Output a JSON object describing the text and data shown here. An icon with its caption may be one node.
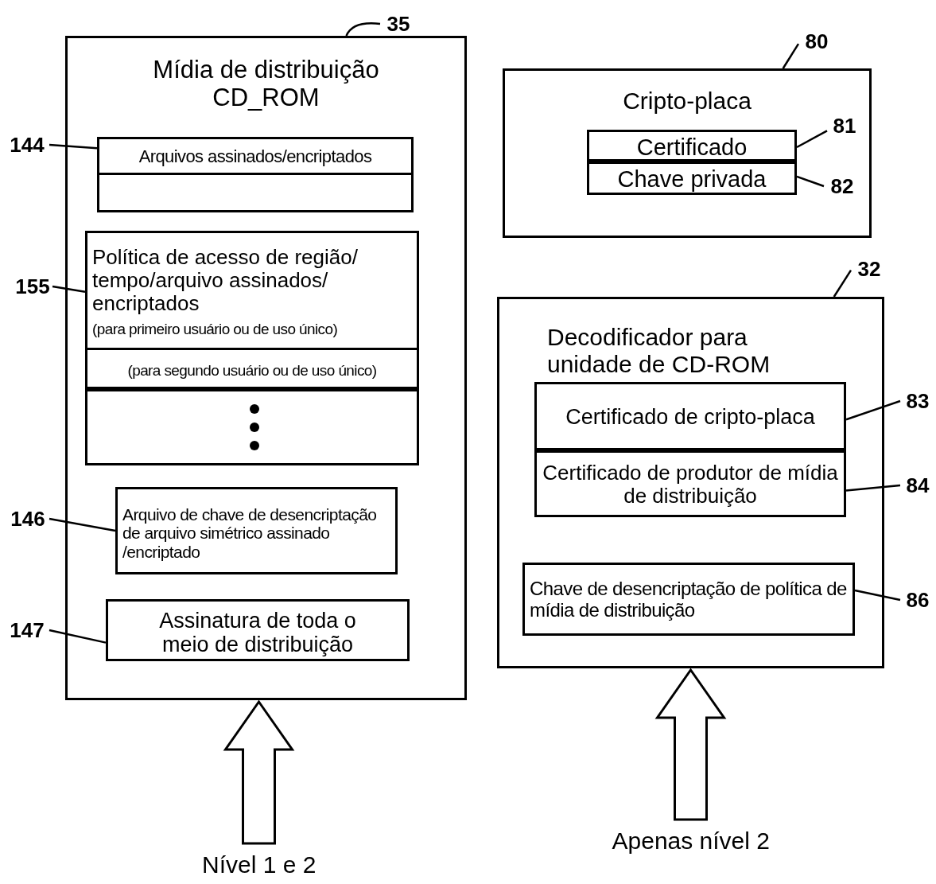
{
  "diagram": {
    "nodes": [
      {
        "text": [
          "Mídia de distribuição CD_ROM"
        ]
      },
      {
        "text": [
          "Arquivos assinados/encriptados"
        ],
        "in": 0
      },
      {
        "text": [],
        "shape": "box",
        "in": 1
      },
      {
        "text": [
          "Política de acesso de região/ tempo/arquivo assinados/ encriptados",
          "(para primeiro usuário ou de uso único)"
        ],
        "in": 0
      },
      {
        "text": [
          "(para segundo usuário ou de uso único)"
        ],
        "in": 3
      },
      {
        "text": [],
        "shape": "box",
        "in": 3
      },
      {
        "text": [
          "Arquivo de chave de desencriptação de arquivo simétrico assinado /encriptado"
        ],
        "in": 0
      },
      {
        "text": [
          "Assinatura de toda o meio de distribuição"
        ],
        "in": 0
      },
      {
        "text": [
          "Cripto-placa"
        ]
      },
      {
        "text": [
          "Certificado"
        ],
        "in": 8
      },
      {
        "text": [
          "Chave privada"
        ],
        "in": 8
      },
      {
        "text": [
          "Decodificador para unidade de CD-ROM"
        ]
      },
      {
        "text": [
          "Certificado de cripto-placa"
        ],
        "in": 11
      },
      {
        "text": [
          "Certificado de produtor de mídia de distribuição"
        ],
        "in": 11
      },
      {
        "text": [
          "Chave de desencriptação de política de mídia de distribuição"
        ],
        "in": 11
      },
      {
        "text": [
          "35"
        ]
      },
      {
        "text": [
          "144"
        ]
      },
      {
        "text": [
          "155"
        ]
      },
      {
        "text": [
          "146"
        ]
      },
      {
        "text": [
          "147"
        ]
      },
      {
        "text": [
          "80"
        ]
      },
      {
        "text": [
          "81"
        ],
        "in": 8
      },
      {
        "text": [
          "82"
        ],
        "in": 8
      },
      {
        "text": [
          "32"
        ]
      },
      {
        "text": [
          "83"
        ]
      },
      {
        "text": [
          "84"
        ]
      },
      {
        "text": [
          "86"
        ]
      }
    ],
    "edges": [
      {
        "from": 15,
        "to": 0,
        "arrow": "none"
      },
      {
        "from": 16,
        "to": 1,
        "arrow": "none"
      },
      {
        "from": 17,
        "to": 3,
        "arrow": "none"
      },
      {
        "from": 18,
        "to": 6,
        "arrow": "none"
      },
      {
        "from": 19,
        "to": 7,
        "arrow": "none"
      },
      {
        "from": 20,
        "to": 8,
        "arrow": "none"
      },
      {
        "from": 21,
        "to": 9,
        "arrow": "none"
      },
      {
        "from": 22,
        "to": 10,
        "arrow": "none"
      },
      {
        "from": 23,
        "to": 11,
        "arrow": "none"
      },
      {
        "from": 24,
        "to": 12,
        "arrow": "none"
      },
      {
        "from": 25,
        "to": 13,
        "arrow": "none"
      },
      {
        "from": 26,
        "to": 14,
        "arrow": "none"
      },
      {
        "from": null,
        "to": 0,
        "arrow": "to",
        "style": "thick",
        "label": "Nível 1 e 2"
      },
      {
        "from": null,
        "to": 11,
        "arrow": "to",
        "style": "thick",
        "label": "Apenas nível 2"
      }
    ]
  }
}
